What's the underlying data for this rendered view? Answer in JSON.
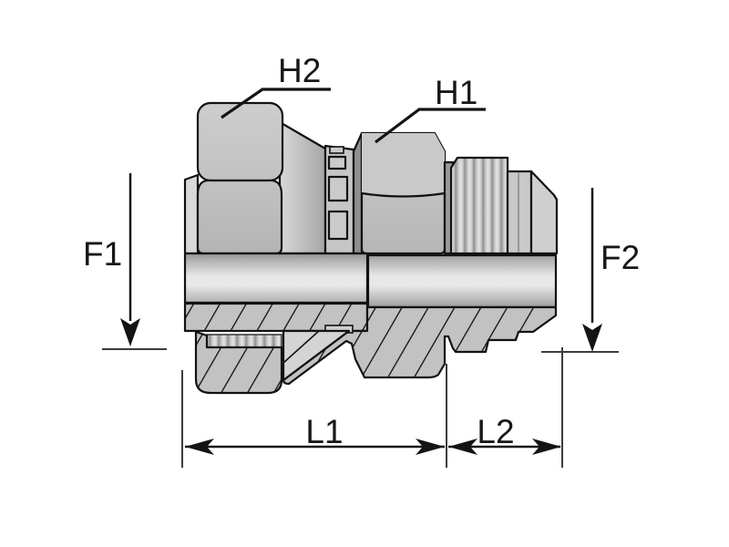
{
  "diagram": {
    "type": "technical-dimension-drawing",
    "labels": {
      "h2": "H2",
      "h1": "H1",
      "f1": "F1",
      "f2": "F2",
      "l1": "L1",
      "l2": "L2"
    },
    "colors": {
      "background": "#ffffff",
      "outline": "#121212",
      "metal_light": "#d6d6d6",
      "metal_mid": "#c2c2c2",
      "metal_dark": "#8f8f8f",
      "dimension_text": "#17171a",
      "extension_line": "#3c3c3c"
    }
  }
}
